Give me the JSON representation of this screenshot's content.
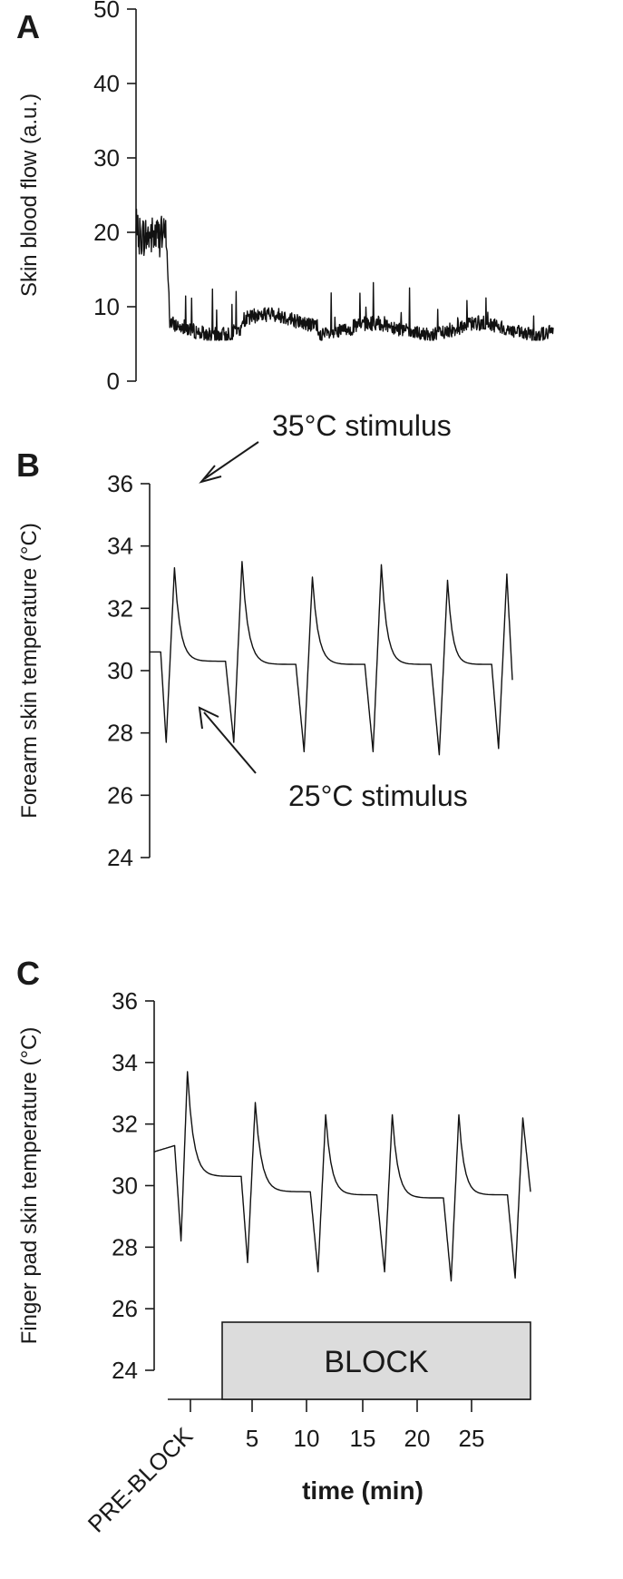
{
  "chart_data": [
    {
      "panel": "A",
      "type": "line",
      "ylabel": "Skin blood flow (a.u.)",
      "ylim": [
        0,
        50
      ],
      "yticks": [
        0,
        10,
        20,
        30,
        40,
        50
      ],
      "series": [
        {
          "x": [
            0,
            2.0,
            2.2,
            5,
            7,
            9,
            10,
            13,
            15,
            17,
            20,
            23,
            25,
            27.5
          ],
          "y": [
            19,
            20,
            7,
            6.5,
            7,
            8.5,
            8,
            8.5,
            7.5,
            8,
            8,
            9,
            7.5,
            8.5
          ]
        }
      ]
    },
    {
      "panel": "B",
      "type": "line",
      "ylabel": "Forearm skin temperature (°C)",
      "ylim": [
        24,
        36
      ],
      "yticks": [
        24,
        26,
        28,
        30,
        32,
        34,
        36
      ],
      "annotations": [
        "35°C stimulus",
        "25°C stimulus"
      ],
      "series": [
        {
          "x": [
            0,
            0.8,
            1.2,
            1.8,
            5.5,
            6.1,
            6.7,
            10.6,
            11.2,
            11.8,
            15.6,
            16.2,
            16.8,
            20.4,
            21.0,
            21.6,
            24.8,
            25.3,
            25.9,
            26.3
          ],
          "y": [
            30.6,
            30.6,
            27.7,
            33.3,
            30.3,
            27.7,
            33.5,
            30.2,
            27.4,
            33.0,
            30.2,
            27.4,
            33.4,
            30.2,
            27.3,
            32.9,
            30.2,
            27.5,
            33.1,
            29.7
          ]
        }
      ]
    },
    {
      "panel": "C",
      "type": "line",
      "ylabel": "Finger pad skin temperature (°C)",
      "ylim": [
        24,
        36
      ],
      "yticks": [
        24,
        26,
        28,
        30,
        32,
        34,
        36
      ],
      "xlabel": "time (min)",
      "xtick_labels": [
        "PRE-BLOCK",
        "5",
        "10",
        "15",
        "20",
        "25"
      ],
      "shaded_bar_label": "BLOCK",
      "series": [
        {
          "x": [
            0,
            1.6,
            2.1,
            2.6,
            6.8,
            7.3,
            7.9,
            12.2,
            12.8,
            13.4,
            17.4,
            18.0,
            18.6,
            22.6,
            23.2,
            23.8,
            27.6,
            28.2,
            28.8,
            29.4
          ],
          "y": [
            31.1,
            31.3,
            28.2,
            33.7,
            30.3,
            27.5,
            32.7,
            29.8,
            27.2,
            32.3,
            29.7,
            27.2,
            32.3,
            29.6,
            26.9,
            32.3,
            29.7,
            27.0,
            32.2,
            29.8
          ]
        }
      ]
    }
  ]
}
